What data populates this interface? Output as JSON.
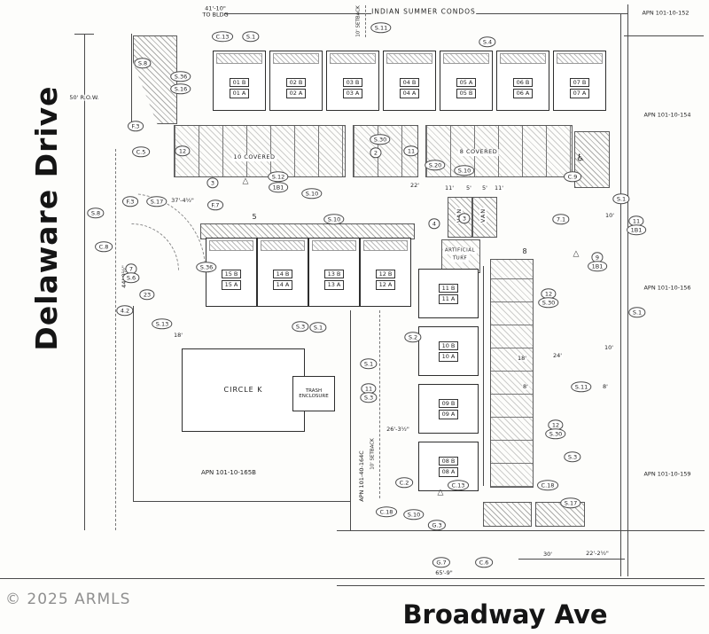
{
  "page": {
    "copyright": "© 2025 ARMLS"
  },
  "streets": {
    "left": "Delaware Drive",
    "bottom": "Broadway Ave"
  },
  "plan": {
    "title": "INDIAN SUMMER CONDOS",
    "row_label": "50' R.O.W.",
    "to_bldg_1": "41'-10\"",
    "to_bldg_2": "TO BLDG",
    "setback": "10' SETBACK",
    "covered_left": "10 COVERED",
    "covered_right": "8 COVERED",
    "turf_1": "ARTIFICIAL",
    "turf_2": "TURF",
    "circle_k": "CIRCLE K",
    "trash_1": "TRASH",
    "trash_2": "ENCLOSURE",
    "van": "VAN",
    "apn_right": [
      "APN 101-10-152",
      "APN 101-10-154",
      "APN 101-10-156",
      "APN 101-10-159"
    ],
    "apn_circle_k": "APN 101-10-165B",
    "apn_vertical": "APN 101-40-164C"
  },
  "units": {
    "top_row": [
      {
        "top": "01 B",
        "bottom": "01 A"
      },
      {
        "top": "02 B",
        "bottom": "02 A"
      },
      {
        "top": "03 B",
        "bottom": "03 A"
      },
      {
        "top": "04 B",
        "bottom": "04 A"
      },
      {
        "top": "05 A",
        "bottom": "05 B"
      },
      {
        "top": "06 B",
        "bottom": "06 A"
      },
      {
        "top": "07 B",
        "bottom": "07 A"
      }
    ],
    "mid_row": [
      {
        "top": "15 B",
        "bottom": "15 A"
      },
      {
        "top": "14 B",
        "bottom": "14 A"
      },
      {
        "top": "13 B",
        "bottom": "13 A"
      },
      {
        "top": "12 B",
        "bottom": "12 A"
      }
    ],
    "right_col": [
      {
        "top": "11 B",
        "bottom": "11 A"
      },
      {
        "top": "10 B",
        "bottom": "10 A"
      },
      {
        "top": "09 B",
        "bottom": "09 A"
      },
      {
        "top": "08 B",
        "bottom": "08 A"
      }
    ]
  },
  "callouts": [
    "C.13",
    "S.1",
    "S.11",
    "S.4",
    "S.8",
    "S.36",
    "S.16",
    "F.3",
    "C.5",
    "12",
    "S.30",
    "2",
    "11",
    "S.20",
    "S.10",
    "S.10",
    "F.3",
    "S.17",
    "F.7",
    "3",
    "S.12",
    "1B1",
    "S.8",
    "C.8",
    "7",
    "S.6",
    "23",
    "4.2",
    "S.13",
    "S.36",
    "S.3",
    "S.1",
    "S.10",
    "4",
    "3",
    "7.1",
    "C.9",
    "S.1",
    "11",
    "1B1",
    "9",
    "1B1",
    "12",
    "S.30",
    "S.1",
    "S.2",
    "S.1",
    "11",
    "S.3",
    "S.11",
    "12",
    "S.30",
    "S.3",
    "C.18",
    "S.17",
    "C.2",
    "C.13",
    "C.18",
    "S.10",
    "G.3",
    "G.7",
    "C.6"
  ],
  "dims": [
    "50' R.O.W.",
    "22'",
    "11'",
    "5'",
    "5'",
    "11'",
    "10'",
    "18'",
    "24'",
    "10'",
    "8'",
    "8'",
    "26'-3½\"",
    "30'",
    "22'-2½\"",
    "65'-9\"",
    "37'-4½\"",
    "18'",
    "44'-0½\"",
    "5",
    "8"
  ],
  "icons": {
    "accessible": "♿",
    "warning": "△"
  }
}
